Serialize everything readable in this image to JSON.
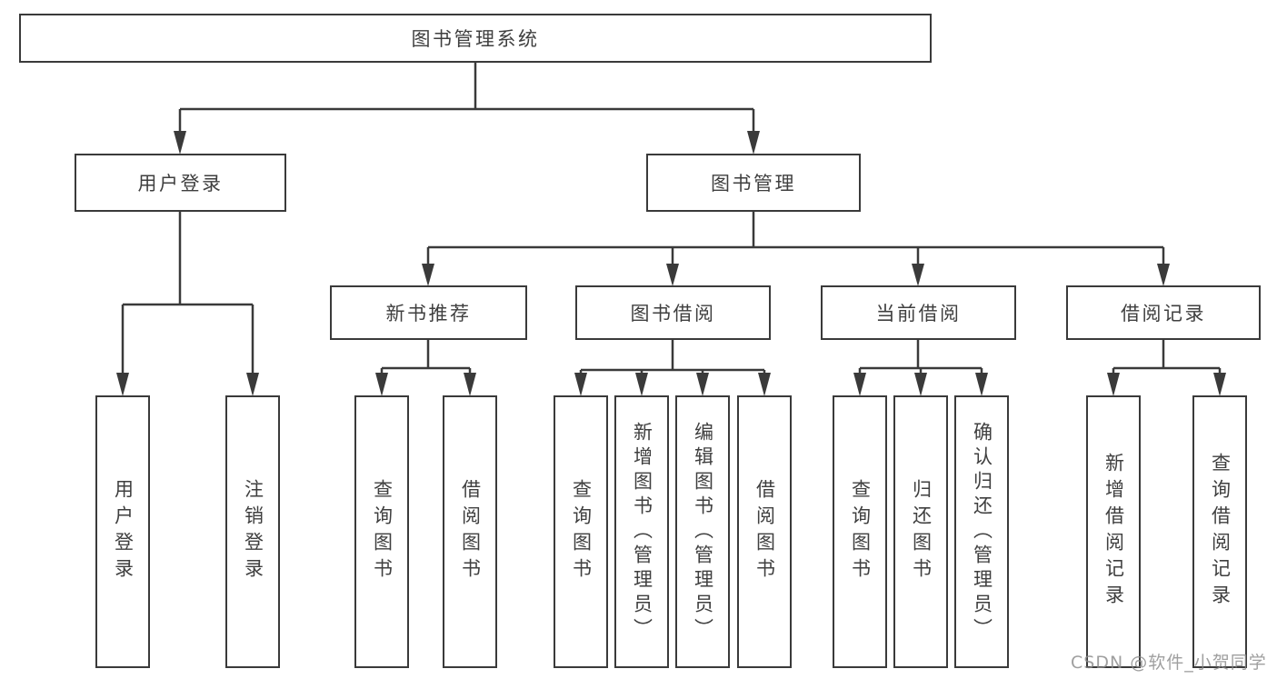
{
  "diagram": {
    "type": "hierarchy-tree",
    "tree": {
      "root": {
        "label": "图书管理系统",
        "children": [
          {
            "label": "用户登录",
            "children": [
              {
                "label": "用户登录"
              },
              {
                "label": "注销登录"
              }
            ]
          },
          {
            "label": "图书管理",
            "children": [
              {
                "label": "新书推荐",
                "children": [
                  {
                    "label": "查询图书"
                  },
                  {
                    "label": "借阅图书"
                  }
                ]
              },
              {
                "label": "图书借阅",
                "children": [
                  {
                    "label": "查询图书"
                  },
                  {
                    "label": "新增图书（管理员）"
                  },
                  {
                    "label": "编辑图书（管理员）"
                  },
                  {
                    "label": "借阅图书"
                  }
                ]
              },
              {
                "label": "当前借阅",
                "children": [
                  {
                    "label": "查询图书"
                  },
                  {
                    "label": "归还图书"
                  },
                  {
                    "label": "确认归还（管理员）"
                  }
                ]
              },
              {
                "label": "借阅记录",
                "children": [
                  {
                    "label": "新增借阅记录"
                  },
                  {
                    "label": "查询借阅记录"
                  }
                ]
              }
            ]
          }
        ]
      }
    },
    "colors": {
      "line": "#3a3a3a",
      "box_border": "#3a3a3a",
      "box_fill": "#ffffff",
      "text": "#3f3f3f",
      "watermark": "#8a8a8a"
    }
  },
  "watermark": {
    "text": "CSDN @软件_小贺同学"
  }
}
